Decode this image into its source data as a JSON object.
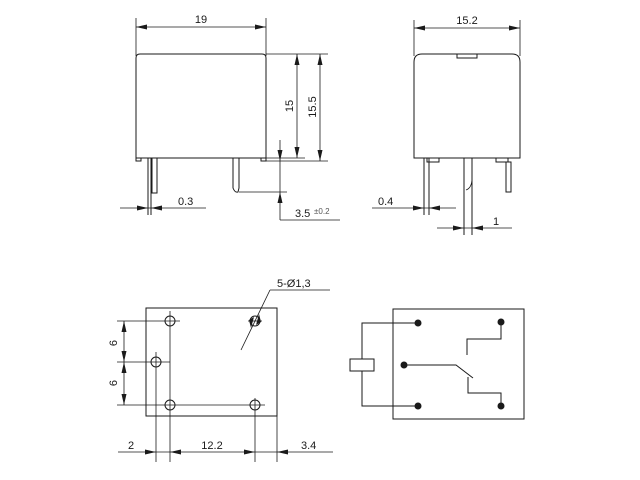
{
  "diagram": {
    "type": "relay-dimension-drawing",
    "front_view": {
      "width_label": "19",
      "body_height_label": "15",
      "total_height_label": "15.5",
      "pin_thickness_label": "0.3",
      "pin_length_label": "3.5",
      "pin_length_tolerance": "±0.2"
    },
    "side_view": {
      "width_label": "15.2",
      "pin_thickness_label": "0.4",
      "pin_width_label": "1"
    },
    "pcb_layout": {
      "hole_label": "5-Ø1,3",
      "vertical_spacing_top": "6",
      "vertical_spacing_bottom": "6",
      "left_offset": "2",
      "hole_spacing": "12.2",
      "right_offset": "3.4"
    },
    "schematic": {
      "pins": 5,
      "elements": [
        "coil",
        "common",
        "normally-open",
        "normally-closed"
      ]
    }
  }
}
